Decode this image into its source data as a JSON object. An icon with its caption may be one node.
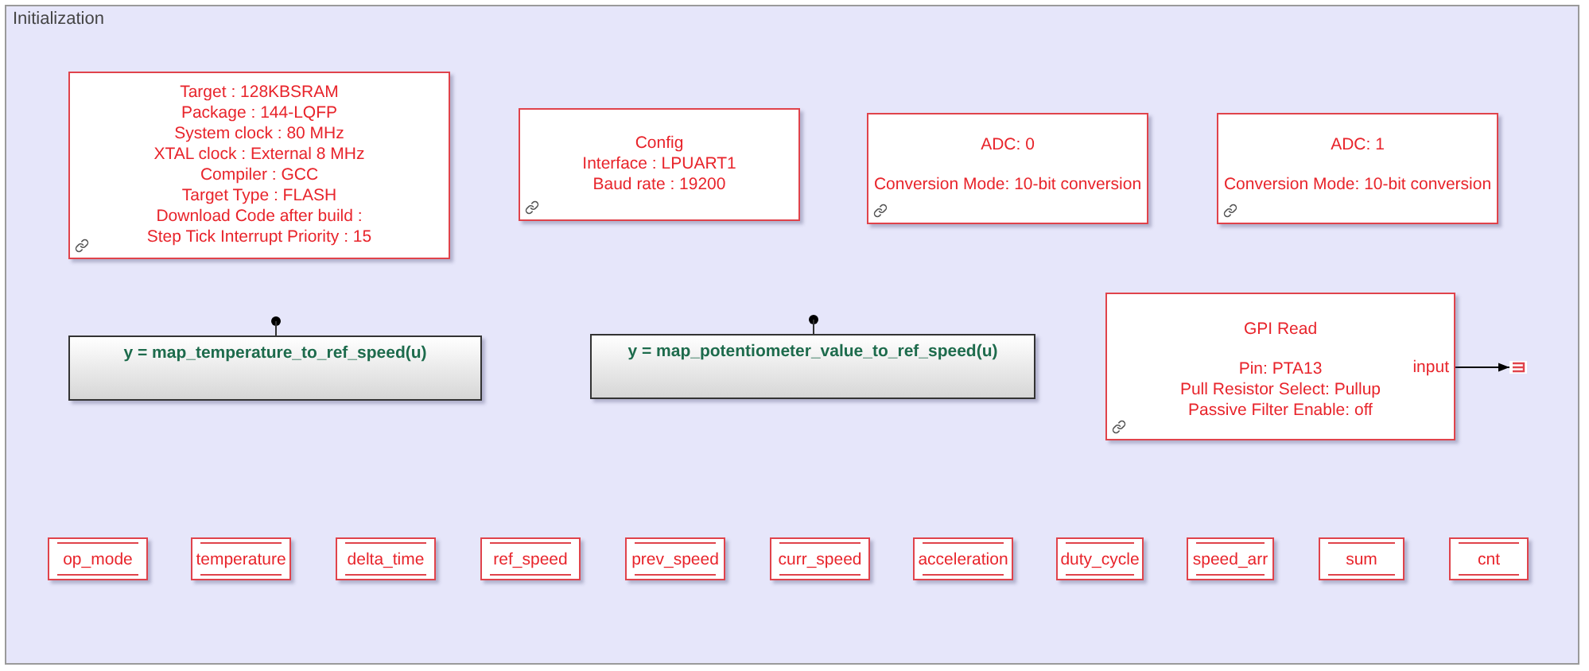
{
  "diagram": {
    "nodes": [
      {
        "text": [
          "Initialization"
        ]
      },
      {
        "text": [
          "Target : 128KBSRAM",
          "Package : 144-LQFP",
          "System clock : 80 MHz",
          "XTAL clock : External 8 MHz",
          "Compiler : GCC",
          "Target Type : FLASH",
          "Download Code after build :",
          "Step Tick Interrupt Priority : 15"
        ],
        "in": 0
      },
      {
        "text": [
          "Config",
          "Interface : LPUART1",
          "Baud rate : 19200"
        ],
        "in": 0
      },
      {
        "text": [
          "ADC: 0",
          "Conversion Mode: 10-bit conversion"
        ],
        "in": 0
      },
      {
        "text": [
          "ADC: 1",
          "Conversion Mode: 10-bit conversion"
        ],
        "in": 0
      },
      {
        "text": [
          "y = map_temperature_to_ref_speed(u)"
        ],
        "in": 0
      },
      {
        "text": [
          "y = map_potentiometer_value_to_ref_speed(u)"
        ],
        "in": 0
      },
      {
        "text": [
          "GPI Read",
          "Pin: PTA13",
          "Pull Resistor Select: Pullup",
          "Passive Filter Enable: off",
          "input"
        ],
        "in": 0
      },
      {
        "text": [],
        "shape": "box",
        "in": 0
      },
      {
        "text": [
          "op_mode"
        ],
        "in": 0
      },
      {
        "text": [
          "temperature"
        ],
        "in": 0
      },
      {
        "text": [
          "delta_time"
        ],
        "in": 0
      },
      {
        "text": [
          "ref_speed"
        ],
        "in": 0
      },
      {
        "text": [
          "prev_speed"
        ],
        "in": 0
      },
      {
        "text": [
          "curr_speed"
        ],
        "in": 0
      },
      {
        "text": [
          "acceleration"
        ],
        "in": 0
      },
      {
        "text": [
          "duty_cycle"
        ],
        "in": 0
      },
      {
        "text": [
          "speed_arr"
        ],
        "in": 0
      },
      {
        "text": [
          "sum"
        ],
        "in": 0
      },
      {
        "text": [
          "cnt"
        ],
        "in": 0
      }
    ],
    "edges": [
      {
        "from": 7,
        "to": 8,
        "arrow": "to"
      }
    ]
  }
}
